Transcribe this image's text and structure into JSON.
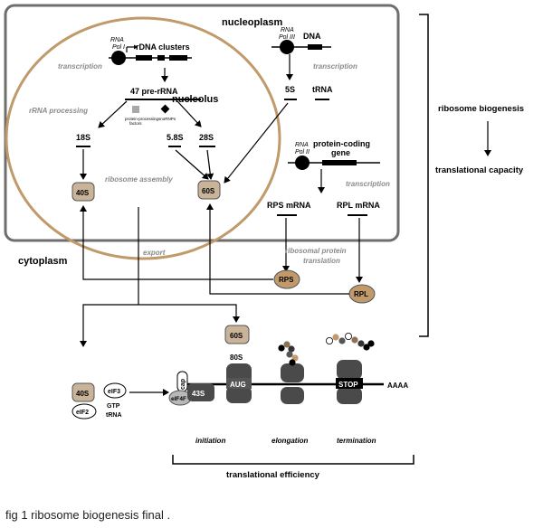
{
  "compartments": {
    "nucleoplasm": "nucleoplasm",
    "nucleolus": "nucleolus",
    "cytoplasm": "cytoplasm"
  },
  "polymerases": {
    "pol1_a": "RNA",
    "pol1_b": "Pol I",
    "pol3_a": "RNA",
    "pol3_b": "Pol III",
    "pol2_a": "RNA",
    "pol2_b": "Pol II"
  },
  "genes": {
    "rdna": "rDNA clusters",
    "dna": "DNA",
    "protein_coding_1": "protein-coding",
    "protein_coding_2": "gene"
  },
  "processes": {
    "transcription_rdna": "transcription",
    "transcription_pol3": "transcription",
    "transcription_pol2": "transcription",
    "rrna_processing": "rRNA processing",
    "ribosome_assembly": "ribosome assembly",
    "export": "export",
    "rp_translation_1": "ribosomal protein",
    "rp_translation_2": "translation"
  },
  "rnas": {
    "pre_rrna": "47 pre-rRNA",
    "r5s": "5S",
    "trna": "tRNA",
    "r18s": "18S",
    "r58s": "5.8S",
    "r28s": "28S",
    "rps_mrna": "RPS mRNA",
    "rpl_mrna": "RPL mRNA"
  },
  "factors": {
    "ppf_1": "protein-processing",
    "ppf_2": "factors",
    "snornp": "snoRNPs"
  },
  "subunits": {
    "s40_nuc": "40S",
    "s60_nuc": "60S",
    "rps": "RPS",
    "rpl": "RPL",
    "s60_cyto": "60S",
    "s40_cyto": "40S",
    "s80": "80S",
    "s43": "43S"
  },
  "initiation_factors": {
    "eif3": "eIF3",
    "eif2": "eIF2",
    "gtp": "GTP",
    "trna": "tRNA",
    "cap": "cap",
    "eif4f": "eIF4F"
  },
  "mrna_marks": {
    "aug": "AUG",
    "stop": "STOP",
    "polya": "AAAA"
  },
  "stages": {
    "initiation": "initiation",
    "elongation": "elongation",
    "termination": "termination"
  },
  "brackets": {
    "biogenesis": "ribosome biogenesis",
    "capacity": "translational capacity",
    "efficiency": "translational efficiency"
  },
  "caption": "fig 1 ribosome biogenesis final .",
  "colors": {
    "subunit_fill": "#c9b49a",
    "nucleolus_ring": "#c19a6b",
    "ribosome_dark": "#4a4a4a",
    "grey_label": "#8a8a8a"
  }
}
